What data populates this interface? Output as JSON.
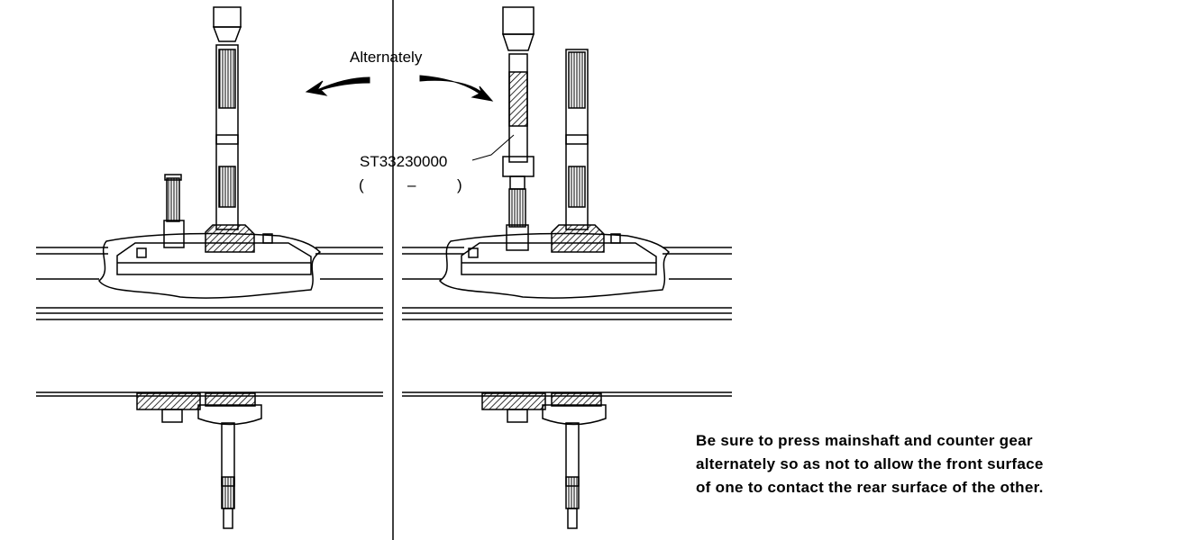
{
  "labels": {
    "alternately": "Alternately",
    "tool_number": "ST33230000",
    "tool_paren_open": "(",
    "tool_paren_dash": "–",
    "tool_paren_close": ")"
  },
  "note": {
    "lines": [
      "Be sure to press mainshaft and counter gear",
      "alternately so as not to allow the front surface",
      "of one to contact the rear surface of the other."
    ]
  }
}
